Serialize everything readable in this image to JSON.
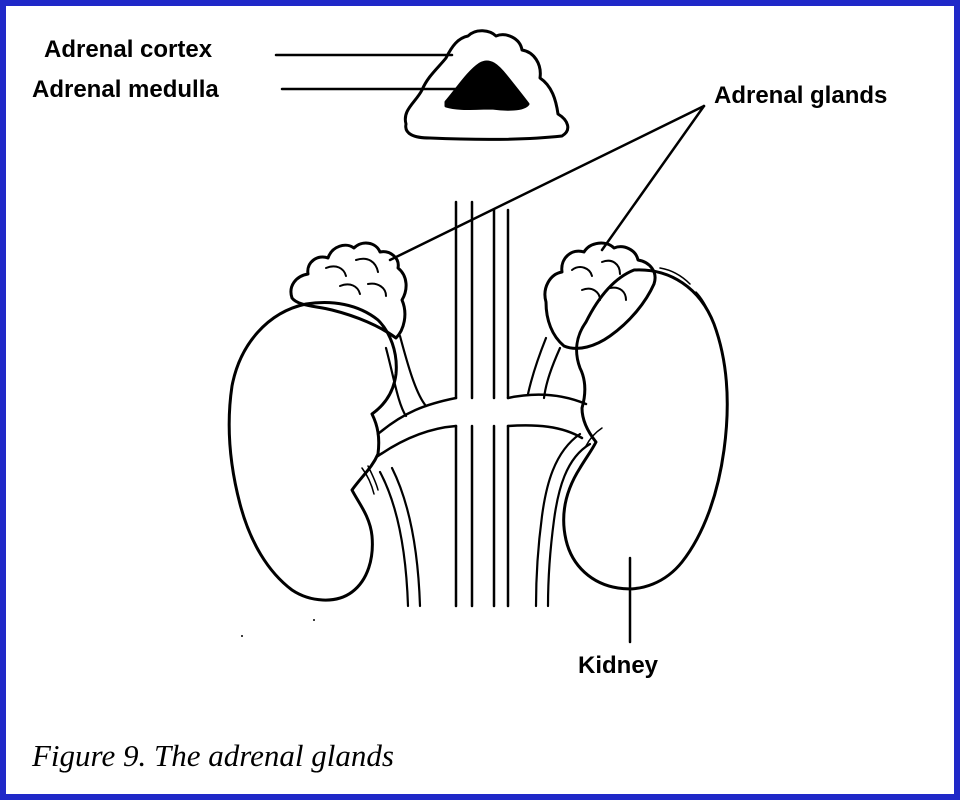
{
  "labels": {
    "adrenal_cortex": "Adrenal cortex",
    "adrenal_medulla": "Adrenal medulla",
    "adrenal_glands": "Adrenal glands",
    "kidney": "Kidney"
  },
  "caption": "Figure 9. The adrenal glands",
  "colors": {
    "border": "#1f28c8",
    "ink": "#000000",
    "background": "#ffffff"
  }
}
